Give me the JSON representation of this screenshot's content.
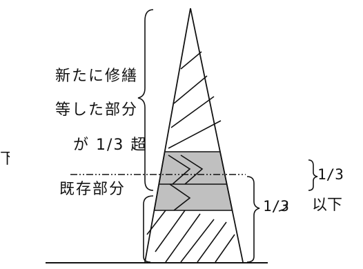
{
  "labels": {
    "new_repair_line1": "新たに修繕",
    "new_repair_line2": "等した部分",
    "new_repair_line3": "が 1/3 超",
    "cut_mark": "下",
    "existing": "既存部分",
    "upper_fraction": "1/3",
    "lower_fraction": "1/3",
    "lower_suffix": "以下"
  },
  "colors": {
    "line": "#111111",
    "shaded_band": "#c0c0c0"
  }
}
